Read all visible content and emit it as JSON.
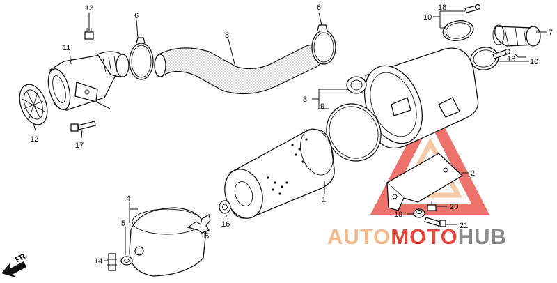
{
  "callouts": [
    "1",
    "2",
    "3",
    "4",
    "5",
    "6",
    "6",
    "7",
    "8",
    "9",
    "10",
    "10",
    "11",
    "12",
    "13",
    "14",
    "15",
    "16",
    "17",
    "18",
    "18",
    "19",
    "20",
    "21"
  ],
  "watermark": {
    "part1": "AUTO",
    "part2": "MOTO",
    "part3": "HUB",
    "color_light": "#f4b98a",
    "color_red": "#e8443a",
    "color_gray": "#8a8a8a"
  },
  "direction": {
    "label": "FR."
  }
}
